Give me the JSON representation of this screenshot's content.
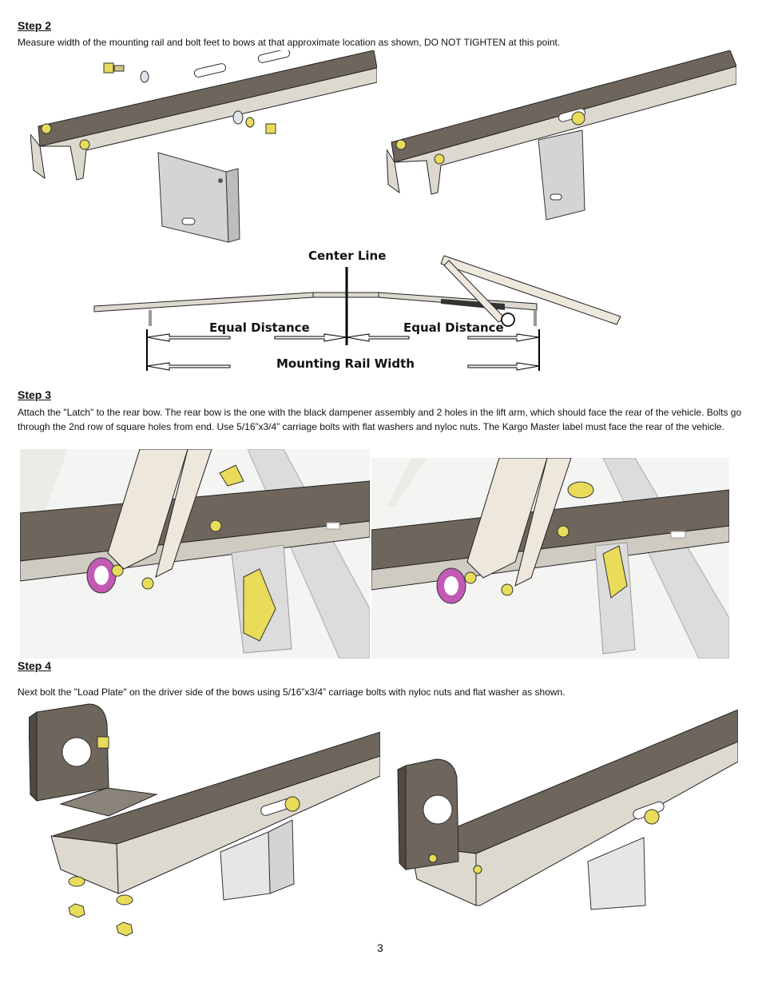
{
  "step2": {
    "title": "Step 2",
    "text": "Measure width of the mounting rail and bolt feet to bows at that approximate location as shown, DO NOT TIGHTEN at this point."
  },
  "diagram": {
    "center_line": "Center Line",
    "equal_distance_left": "Equal Distance",
    "equal_distance_right": "Equal Distance",
    "mounting_rail_width": "Mounting Rail Width"
  },
  "step3": {
    "title": "Step 3",
    "text": "Attach the \"Latch\" to the rear bow. The rear bow is the one with the black dampener assembly and 2 holes in the lift arm, which should face the rear of the vehicle. Bolts go through the 2nd row of square holes from end. Use 5/16”x3/4” carriage bolts with flat washers and nyloc nuts. The Kargo Master label must face the rear of the vehicle."
  },
  "step4": {
    "title": "Step 4",
    "text": "Next bolt the \"Load Plate\" on the driver side of the bows using 5/16”x3/4” carriage bolts with nyloc nuts and flat washer as shown."
  },
  "page_number": "3",
  "colors": {
    "rail_top": "#6e665c",
    "rail_side": "#ddd9cf",
    "bracket": "#d4d4d4",
    "bolt": "#e8dc5a",
    "bushing": "#c25ab4",
    "arm": "#eee7dc",
    "line": "#000000"
  }
}
